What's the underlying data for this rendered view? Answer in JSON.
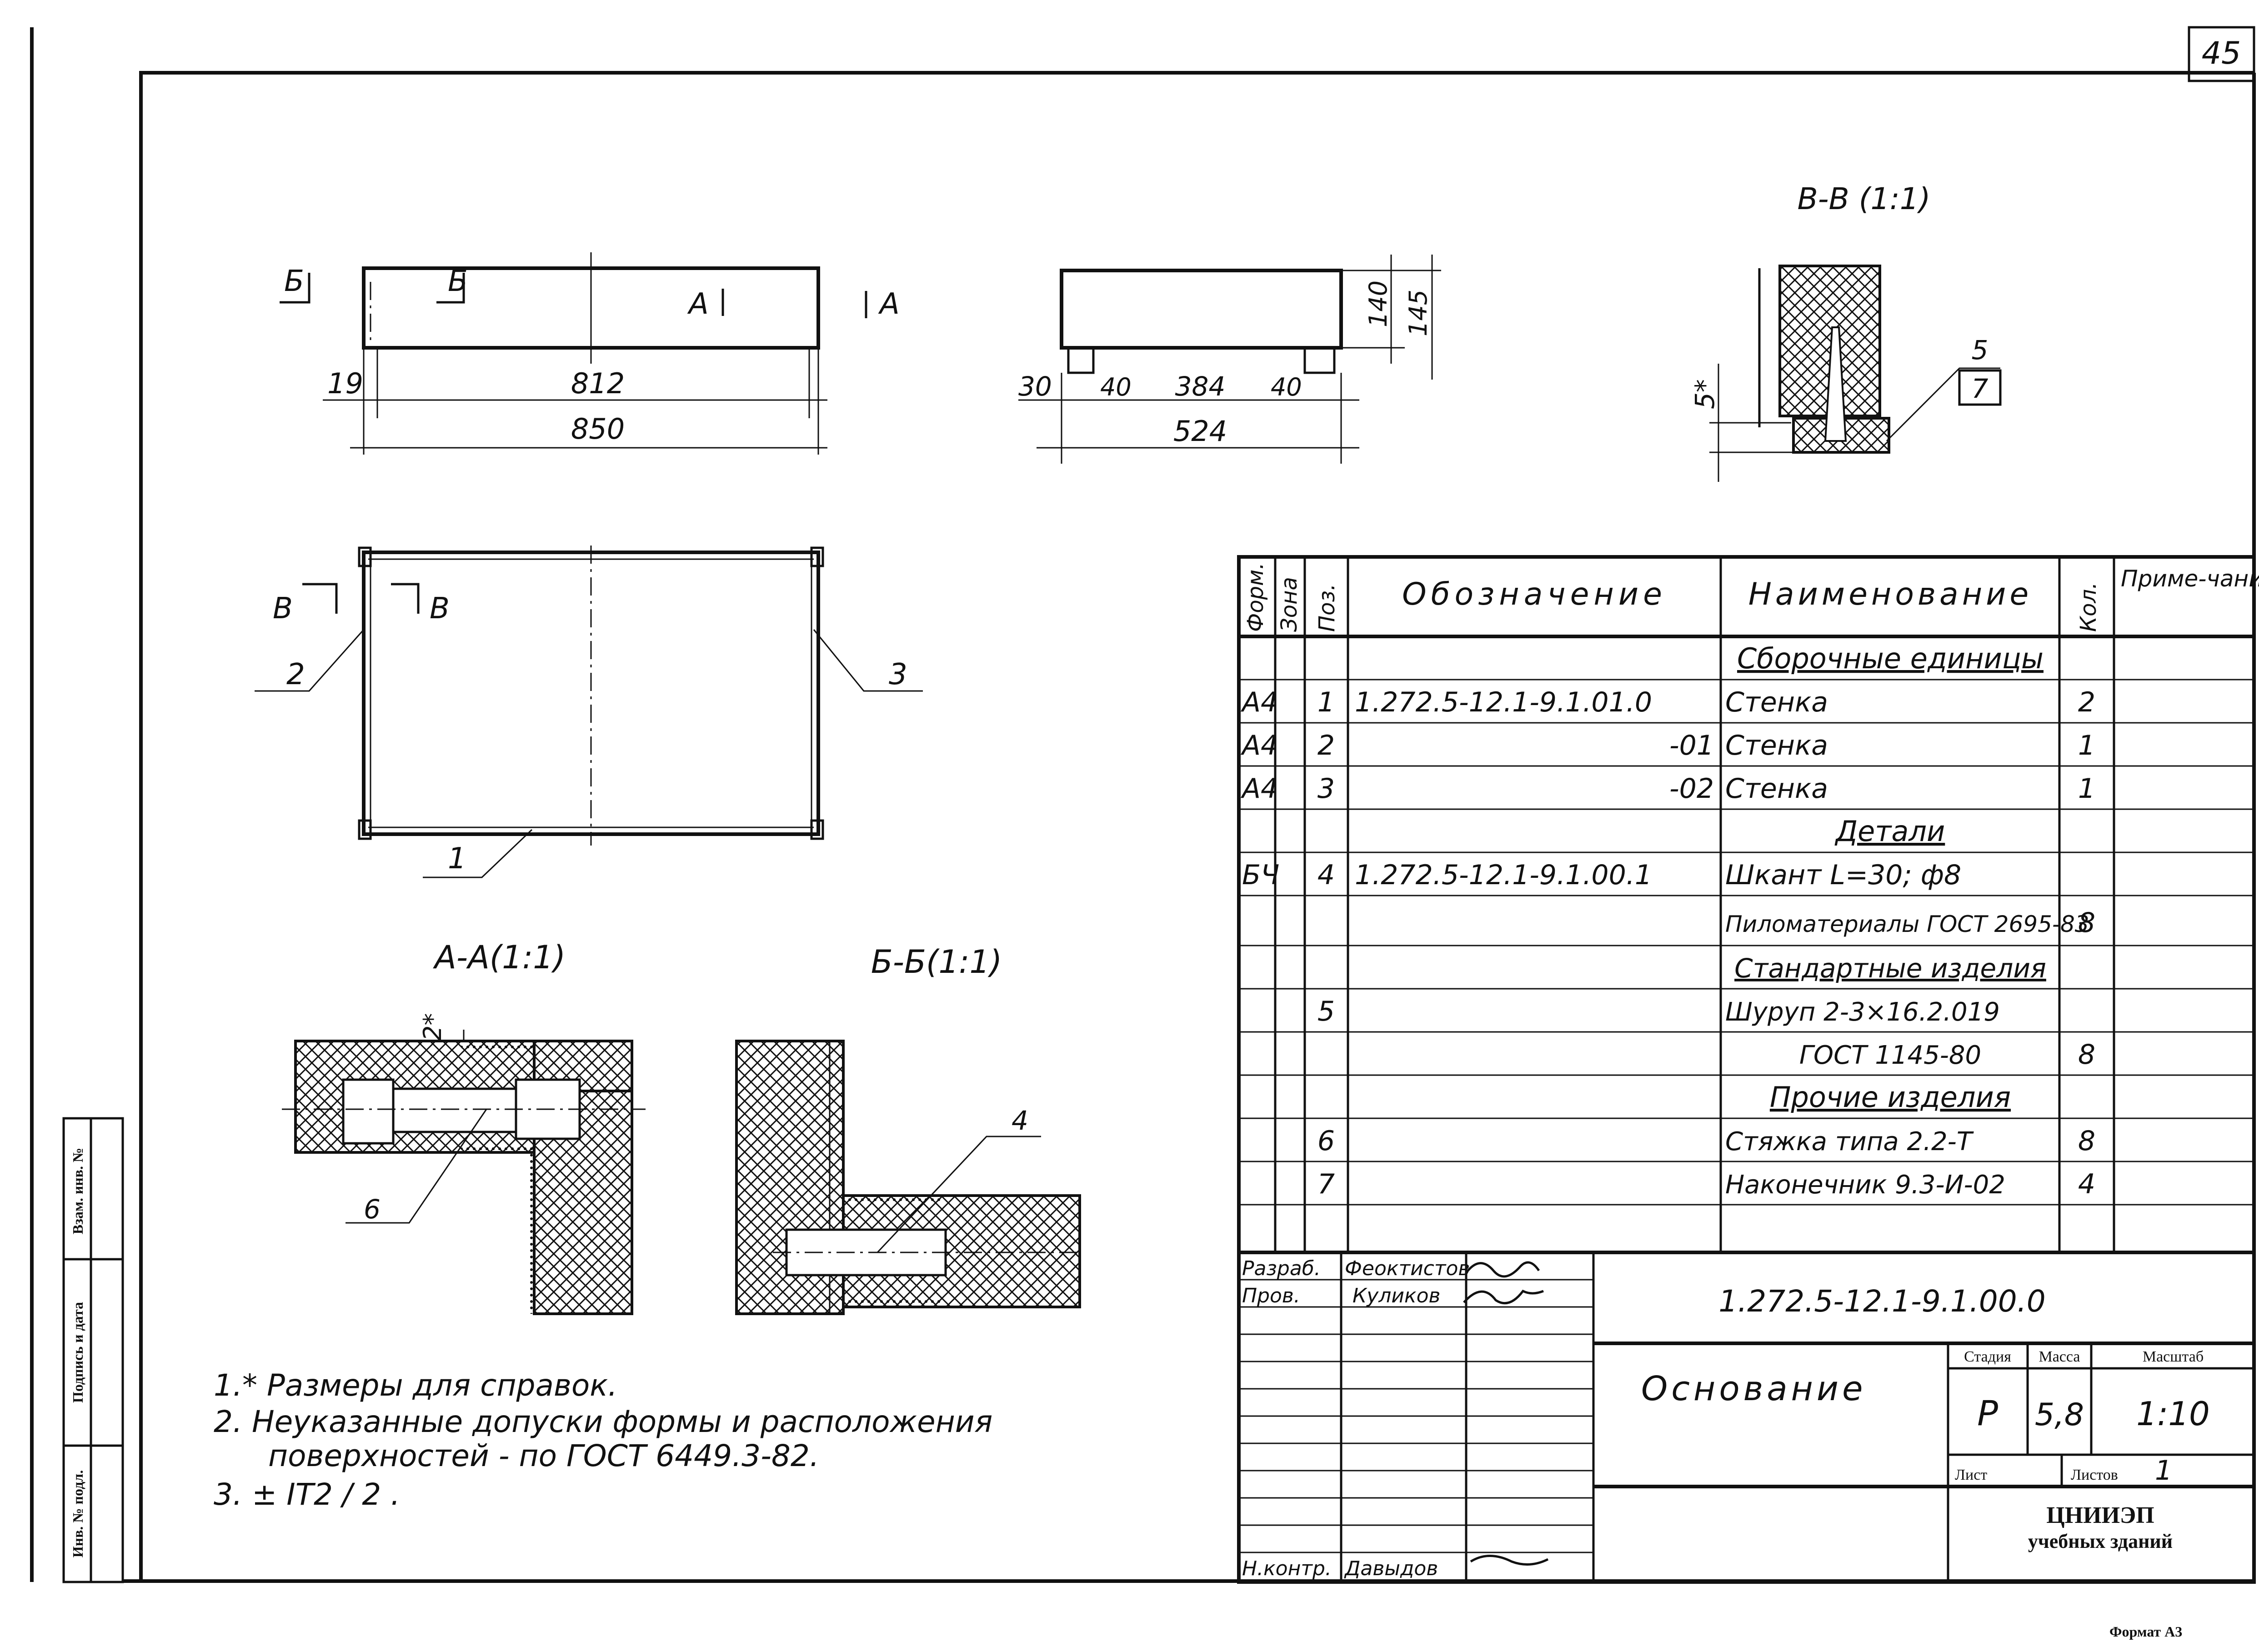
{
  "sheet_number": "45",
  "format_label": "Формат А3",
  "side_stamp": [
    "Взам. инв. №",
    "Подпись и дата",
    "Инв. № подл."
  ],
  "views": {
    "top_left": {
      "section_marks": [
        "Б",
        "Б",
        "А",
        "А"
      ],
      "dims": [
        "19",
        "812",
        "850"
      ]
    },
    "top_mid": {
      "dims": [
        "30",
        "40",
        "384",
        "40",
        "524",
        "140",
        "145"
      ]
    },
    "section_vv": {
      "title": "В-В (1:1)",
      "dim": "5*",
      "callout_top": "5",
      "callout_box": "7"
    },
    "plan": {
      "section_marks": [
        "В",
        "В"
      ],
      "callouts": [
        "2",
        "3",
        "1"
      ]
    },
    "section_aa": {
      "title": "А-А(1:1)",
      "dim": "2*",
      "callout": "6"
    },
    "section_bb": {
      "title": "Б-Б(1:1)",
      "callout": "4"
    }
  },
  "notes": [
    "1.* Размеры для справок.",
    "2. Неуказанные допуски формы и расположения",
    "поверхностей - по ГОСТ 6449.3-82.",
    "3. ± IT2 / 2 ."
  ],
  "spec_table": {
    "headers": [
      "Форм.",
      "Зона",
      "Поз.",
      "Обозначение",
      "Наименование",
      "Кол.",
      "Приме-чание"
    ],
    "rows": [
      {
        "format": "",
        "pos": "",
        "designation": "",
        "name": "Сборочные единицы",
        "qty": "",
        "section": true
      },
      {
        "format": "А4",
        "pos": "1",
        "designation": "1.272.5-12.1-9.1.01.0",
        "name": "Стенка",
        "qty": "2"
      },
      {
        "format": "А4",
        "pos": "2",
        "designation": "-01",
        "name": "Стенка",
        "qty": "1"
      },
      {
        "format": "А4",
        "pos": "3",
        "designation": "-02",
        "name": "Стенка",
        "qty": "1"
      },
      {
        "format": "",
        "pos": "",
        "designation": "",
        "name": "Детали",
        "qty": "",
        "section": true
      },
      {
        "format": "БЧ",
        "pos": "4",
        "designation": "1.272.5-12.1-9.1.00.1",
        "name": "Шкант L=30; ф8",
        "qty": ""
      },
      {
        "format": "",
        "pos": "",
        "designation": "",
        "name": "Пиломатериалы ГОСТ 2695-83",
        "qty": "8"
      },
      {
        "format": "",
        "pos": "",
        "designation": "",
        "name": "Стандартные изделия",
        "qty": "",
        "section": true
      },
      {
        "format": "",
        "pos": "5",
        "designation": "",
        "name": "Шуруп 2-3×16.2.019",
        "qty": ""
      },
      {
        "format": "",
        "pos": "",
        "designation": "",
        "name": "ГОСТ 1145-80",
        "qty": "8"
      },
      {
        "format": "",
        "pos": "",
        "designation": "",
        "name": "Прочие изделия",
        "qty": "",
        "section": true
      },
      {
        "format": "",
        "pos": "6",
        "designation": "",
        "name": "Стяжка типа 2.2-Т",
        "qty": "8"
      },
      {
        "format": "",
        "pos": "7",
        "designation": "",
        "name": "Наконечник 9.3-И-02",
        "qty": "4"
      }
    ]
  },
  "title_block": {
    "roles": [
      "Разраб.",
      "Пров.",
      "Н.контр."
    ],
    "names": [
      "Феоктистов",
      "Куликов",
      "Давыдов"
    ],
    "doc_code": "1.272.5-12.1-9.1.00.0",
    "product_name": "Основание",
    "col_labels": [
      "Стадия",
      "Масса",
      "Масштаб"
    ],
    "stage": "Р",
    "mass": "5,8",
    "scale": "1:10",
    "sheet_label": "Лист",
    "sheets_label": "Листов",
    "sheets_count": "1",
    "org": "ЦНИИЭП",
    "org_sub": "учебных зданий"
  }
}
